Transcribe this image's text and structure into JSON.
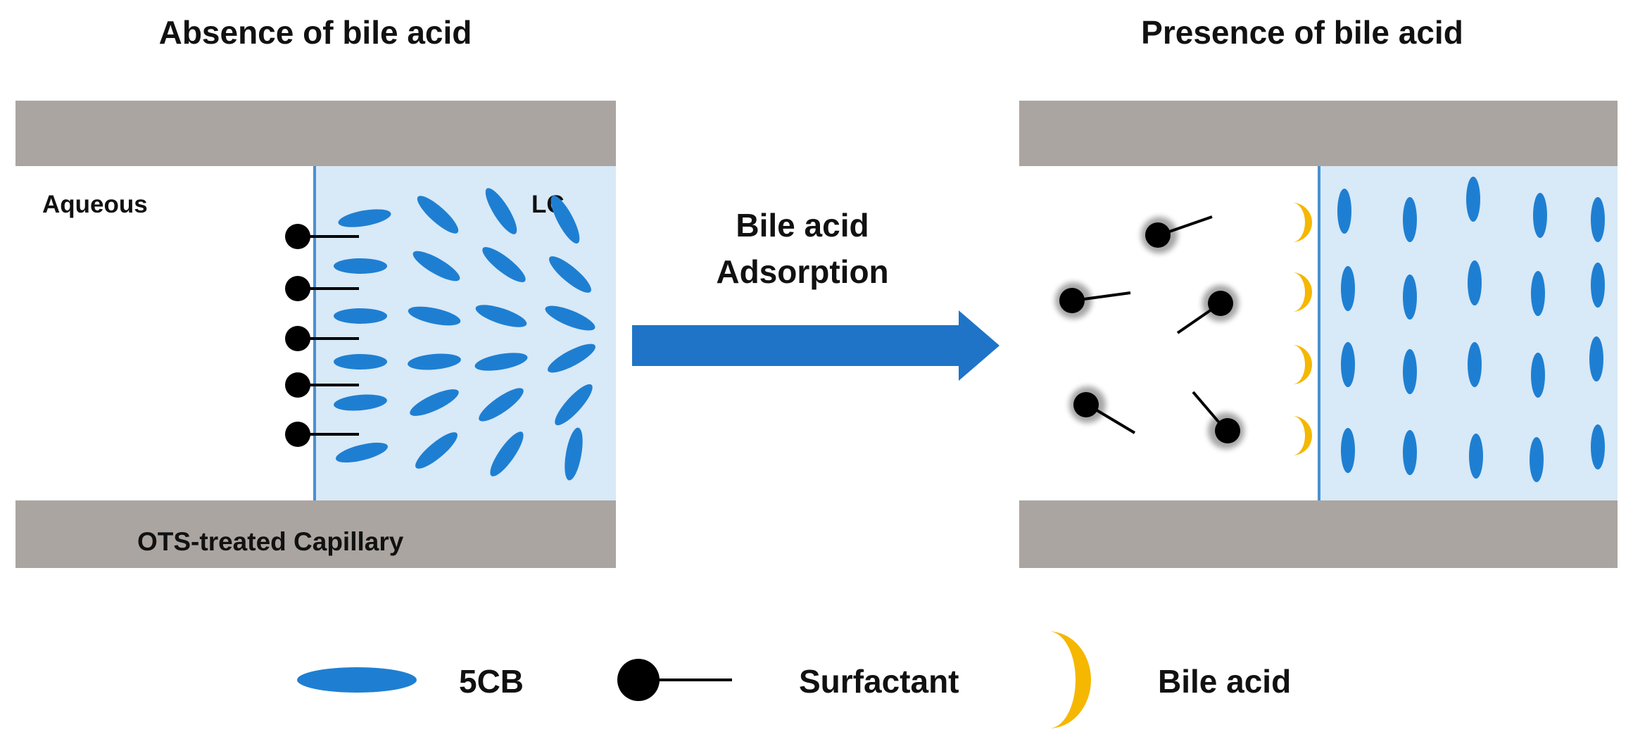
{
  "left_panel": {
    "title": "Absence of bile acid",
    "aqueous_label": "Aqueous",
    "lc_label": "LC",
    "capillary_label": "OTS-treated Capillary"
  },
  "arrow": {
    "line1": "Bile acid",
    "line2": "Adsorption"
  },
  "right_panel": {
    "title": "Presence of bile acid"
  },
  "legend": {
    "item_5cb": "5CB",
    "item_surfactant": "Surfactant",
    "item_bile_acid": "Bile acid"
  },
  "colors": {
    "wall": "#ABA5A1",
    "lc_region": "#D8E9F7",
    "mesogen": "#1E7FD2",
    "interface_line": "#4A90D0",
    "arrow": "#1F74C8",
    "surfactant": "#000000",
    "bile_acid": "#F5B700"
  }
}
